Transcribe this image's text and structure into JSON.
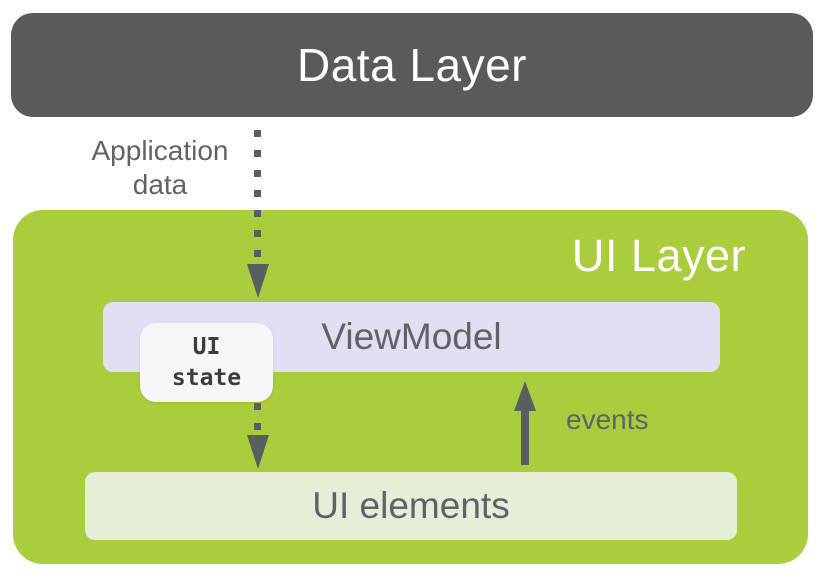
{
  "data_layer": {
    "label": "Data Layer"
  },
  "application_data_label": "Application data",
  "ui_layer": {
    "label": "UI Layer",
    "viewmodel": {
      "label": "ViewModel"
    },
    "ui_state_badge": {
      "label": "UI state"
    },
    "ui_elements": {
      "label": "UI elements"
    },
    "events_label": "events"
  },
  "colors": {
    "data_layer_bg": "#595a5c",
    "data_layer_text": "#ffffff",
    "ui_layer_bg": "#aacd3e",
    "ui_layer_text": "#ffffff",
    "viewmodel_bg": "#e3def1",
    "ui_state_bg": "#f7f6fa",
    "ui_state_text": "#3a3d40",
    "ui_elements_bg": "#e4eed8",
    "body_text": "#5f6368",
    "arrow": "#5b5e61"
  }
}
